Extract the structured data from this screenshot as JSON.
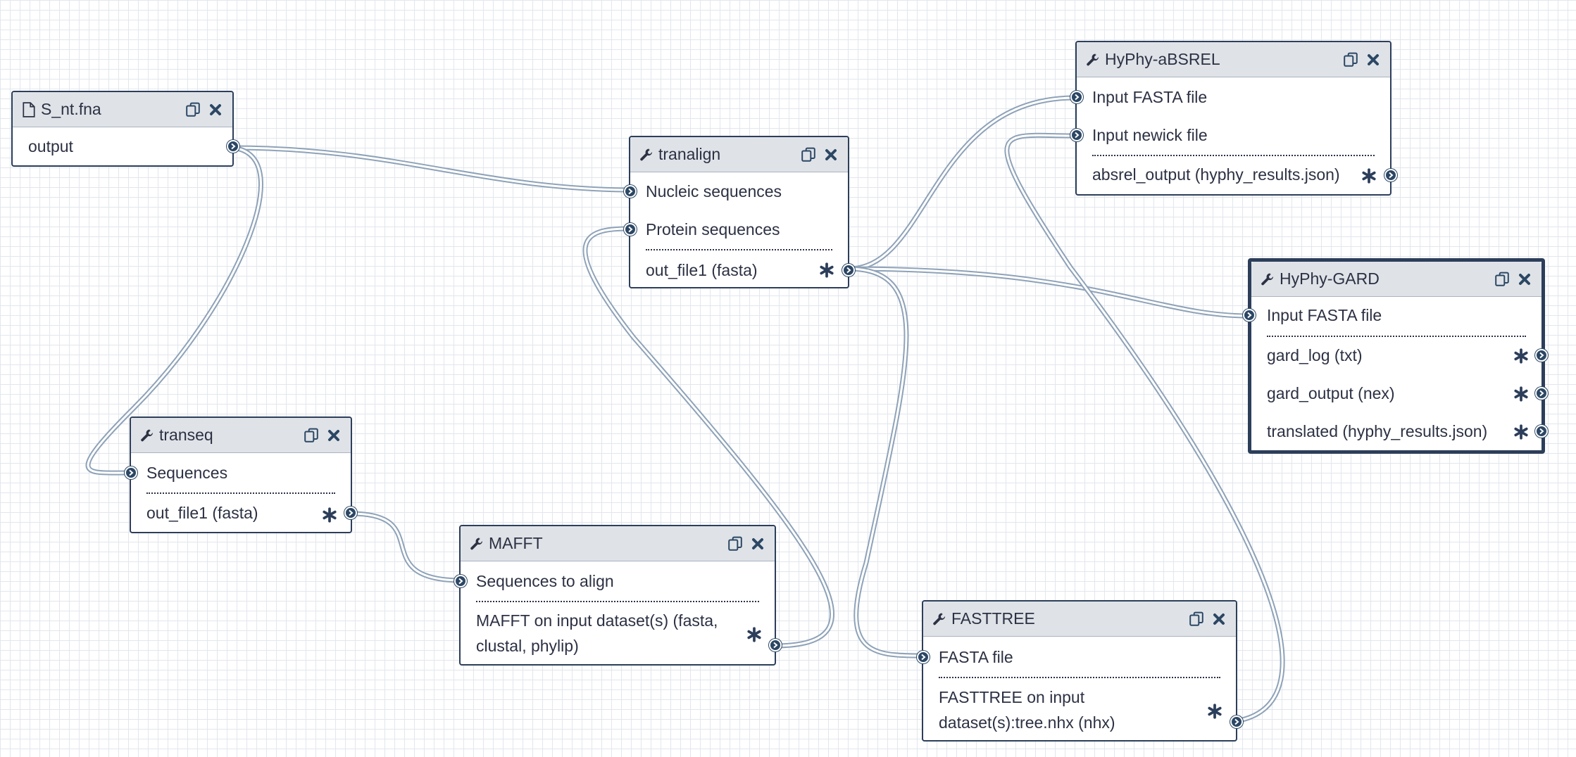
{
  "colors": {
    "node_border": "#2c3e5a",
    "header_bg": "#dfe3e8",
    "wire": "#8ea2b8",
    "terminal": "#2c4764",
    "grid": "#e2e6ec"
  },
  "nodes": {
    "snt": {
      "title": "S_nt.fna",
      "icon": "file-icon",
      "outputs": [
        "output"
      ]
    },
    "tranalign": {
      "title": "tranalign",
      "icon": "wrench-icon",
      "inputs": [
        "Nucleic sequences",
        "Protein sequences"
      ],
      "outputs": [
        "out_file1 (fasta)"
      ]
    },
    "absrel": {
      "title": "HyPhy-aBSREL",
      "icon": "wrench-icon",
      "inputs": [
        "Input FASTA file",
        "Input newick file"
      ],
      "outputs": [
        "absrel_output (hyphy_results.json)"
      ]
    },
    "gard": {
      "title": "HyPhy-GARD",
      "icon": "wrench-icon",
      "inputs": [
        "Input FASTA file"
      ],
      "outputs": [
        "gard_log (txt)",
        "gard_output (nex)",
        "translated (hyphy_results.json)"
      ]
    },
    "transeq": {
      "title": "transeq",
      "icon": "wrench-icon",
      "inputs": [
        "Sequences"
      ],
      "outputs": [
        "out_file1 (fasta)"
      ]
    },
    "mafft": {
      "title": "MAFFT",
      "icon": "wrench-icon",
      "inputs": [
        "Sequences to align"
      ],
      "outputs": [
        "MAFFT on input dataset(s) (fasta, clustal, phylip)"
      ]
    },
    "fasttree": {
      "title": "FASTTREE",
      "icon": "wrench-icon",
      "inputs": [
        "FASTA file"
      ],
      "outputs": [
        "FASTTREE on input dataset(s):tree.nhx (nhx)"
      ]
    }
  },
  "header_buttons": {
    "clone_icon": "clone-icon",
    "delete_icon": "close-icon"
  }
}
